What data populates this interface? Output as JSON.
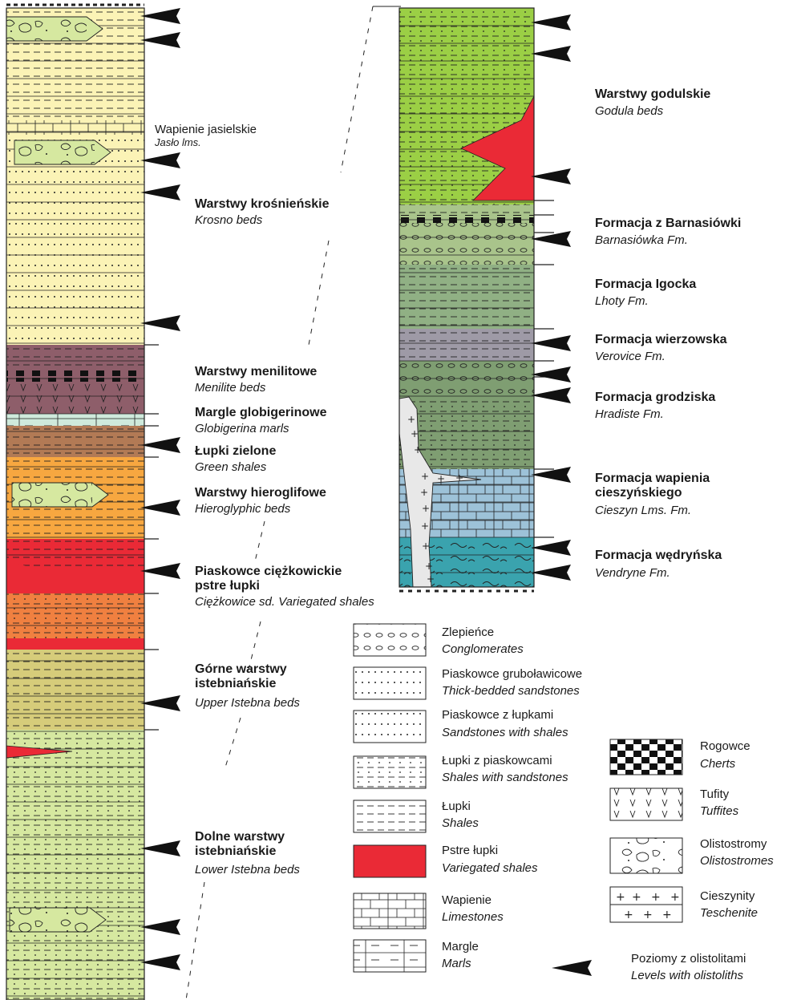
{
  "left_units": [
    {
      "pl": "Wapienie jasielskie",
      "en": "Jasło lms.",
      "bold": false
    },
    {
      "pl": "Warstwy krośnieńskie",
      "en": "Krosno beds",
      "bold": true
    },
    {
      "pl": "Warstwy menilitowe",
      "en": "Menilite beds",
      "bold": true
    },
    {
      "pl": "Margle globigerinowe",
      "en": "Globigerina marls",
      "bold": true
    },
    {
      "pl": "Łupki zielone",
      "en": "Green shales",
      "bold": true
    },
    {
      "pl": "Warstwy hieroglifowe",
      "en": "Hieroglyphic beds",
      "bold": true
    },
    {
      "pl": "Piaskowce ciężkowickie",
      "pl2": "pstre łupki",
      "en": "Ciężkowice sd. Variegated shales",
      "bold": true
    },
    {
      "pl": "Górne warstwy",
      "pl2": "istebniańskie",
      "en": "Upper Istebna beds",
      "bold": true
    },
    {
      "pl": "Dolne warstwy",
      "pl2": "istebniańskie",
      "en": "Lower Istebna beds",
      "bold": true
    }
  ],
  "right_units": [
    {
      "pl": "Warstwy godulskie",
      "en": "Godula beds"
    },
    {
      "pl": "Formacja z Barnasiówki",
      "en": "Barnasiówka Fm."
    },
    {
      "pl": "Formacja Igocka",
      "en": "Lhoty Fm."
    },
    {
      "pl": "Formacja wierzowska",
      "en": "Verovice Fm."
    },
    {
      "pl": "Formacja grodziska",
      "en": "Hradiste Fm."
    },
    {
      "pl": "Formacja wapienia",
      "pl2": "cieszyńskiego",
      "en": "Cieszyn Lms. Fm."
    },
    {
      "pl": "Formacja wędryńska",
      "en": "Vendryne Fm."
    }
  ],
  "legend": [
    {
      "pl": "Zlepieńce",
      "en": "Conglomerates",
      "pattern": "conglomerate"
    },
    {
      "pl": "Piaskowce gruboławicowe",
      "en": "Thick-bedded sandstones",
      "pattern": "thick-sandstone"
    },
    {
      "pl": "Piaskowce z łupkami",
      "en": "Sandstones with shales",
      "pattern": "sandstone-shale"
    },
    {
      "pl": "Łupki z piaskowcami",
      "en": "Shales with sandstones",
      "pattern": "shale-sandstone"
    },
    {
      "pl": "Łupki",
      "en": "Shales",
      "pattern": "shale"
    },
    {
      "pl": "Pstre łupki",
      "en": "Variegated shales",
      "pattern": "variegated"
    },
    {
      "pl": "Wapienie",
      "en": "Limestones",
      "pattern": "limestone"
    },
    {
      "pl": "Margle",
      "en": "Marls",
      "pattern": "marl"
    },
    {
      "pl": "Rogowce",
      "en": "Cherts",
      "pattern": "chert"
    },
    {
      "pl": "Tufity",
      "en": "Tuffites",
      "pattern": "tuffite"
    },
    {
      "pl": "Olistostromy",
      "en": "Olistostromes",
      "pattern": "olistostrome"
    },
    {
      "pl": "Cieszynity",
      "en": "Teschenite",
      "pattern": "teschenite"
    },
    {
      "pl": "Poziomy z olistolitami",
      "en": "Levels with olistoliths",
      "pattern": "arrow"
    }
  ],
  "colors": {
    "krosno": "#fbf3b6",
    "menilite": "#8e5e6a",
    "globigerina": "#cfeadc",
    "green_shale": "#b27a55",
    "hieroglyphic": "#f7a740",
    "ciezkowice": "#f08040",
    "variegated": "#ea2a36",
    "upper_istebna": "#d6cc7a",
    "lower_istebna": "#d6e8a0",
    "godula": "#9bcf45",
    "barnasiowka": "#a9c48b",
    "lhoty": "#90b084",
    "verovice": "#9e9aa6",
    "hradiste": "#7f9e72",
    "cieszyn": "#9dc2d8",
    "vendryne": "#3aa3ae",
    "teschenite": "#e8e8e8"
  }
}
